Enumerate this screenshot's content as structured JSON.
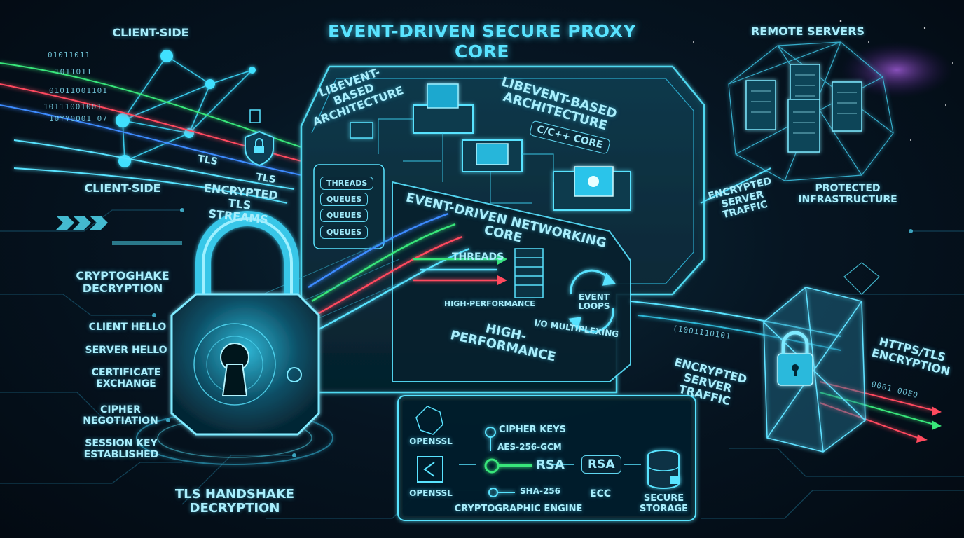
{
  "title": "EVENT-DRIVEN SECURE PROXY CORE",
  "client": {
    "label_top": "CLIENT-SIDE",
    "label_bottom": "CLIENT-SIDE",
    "binary": [
      "01011011",
      "1011011",
      "01011001101",
      "10111001001",
      "10YY0001 07"
    ]
  },
  "streams": {
    "tls_a": "TLS",
    "tls_b": "TLS",
    "encrypted": "ENCRYPTED\nTLS STREAMS"
  },
  "lock": {
    "crypto_label": "CRYPTOGHAKE\nDECRYPTION",
    "steps": [
      "CLIENT HELLO",
      "SERVER HELLO",
      "CERTIFICATE\nEXCHANGE",
      "CIPHER\nNEGOTIATION",
      "SESSION KEY\nESTABLISHED"
    ],
    "bottom_label": "TLS HANDSHAKE\nDECRYPTION"
  },
  "core": {
    "libevent_a": "LIBEVENT-BASED\nARCHITECTURE",
    "libevent_b": "LIBEVENT-BASED ARCHITECTURE",
    "cpp_core": "C/C++ CORE",
    "queue_items": [
      "THREADS",
      "QUEUES",
      "QUEUES",
      "QUEUES"
    ],
    "networking": "EVENT-DRIVEN NETWORKING CORE",
    "threads": "THREADS",
    "high_perf_small": "HIGH-PERFORMANCE",
    "event_loops": "EVENT\nLOOPS",
    "io": "I/O MULTIPLEXING",
    "high_perf": "HIGH-PERFORMANCE"
  },
  "crypto_engine": {
    "openssl_a": "OPENSSL",
    "openssl_b": "OPENSSL",
    "cipher_keys": "CIPHER KEYS",
    "aes": "AES-256-GCM",
    "rsa": "RSA",
    "sha": "SHA-256",
    "rsa_box": "RSA",
    "ecc": "ECC",
    "storage": "SECURE\nSTORAGE",
    "label": "CRYPTOGRAPHIC ENGINE"
  },
  "remote": {
    "label": "REMOTE SERVERS",
    "protected": "PROTECTED\nINFRASTRUCTURE",
    "traffic_a": "ENCRYPTED\nSERVER\nTRAFFIC",
    "traffic_b": "ENCRYPTED\nSERVER TRAFFIC",
    "https": "HTTPS/TLS\nENCRYPTION",
    "binary": [
      "0001  0OEO",
      "(1001110101"
    ]
  },
  "colors": {
    "cyan": "#59e3ff",
    "green": "#39e67a",
    "red": "#ff4a5e",
    "blue": "#3d8bff",
    "bg": "#061522"
  }
}
